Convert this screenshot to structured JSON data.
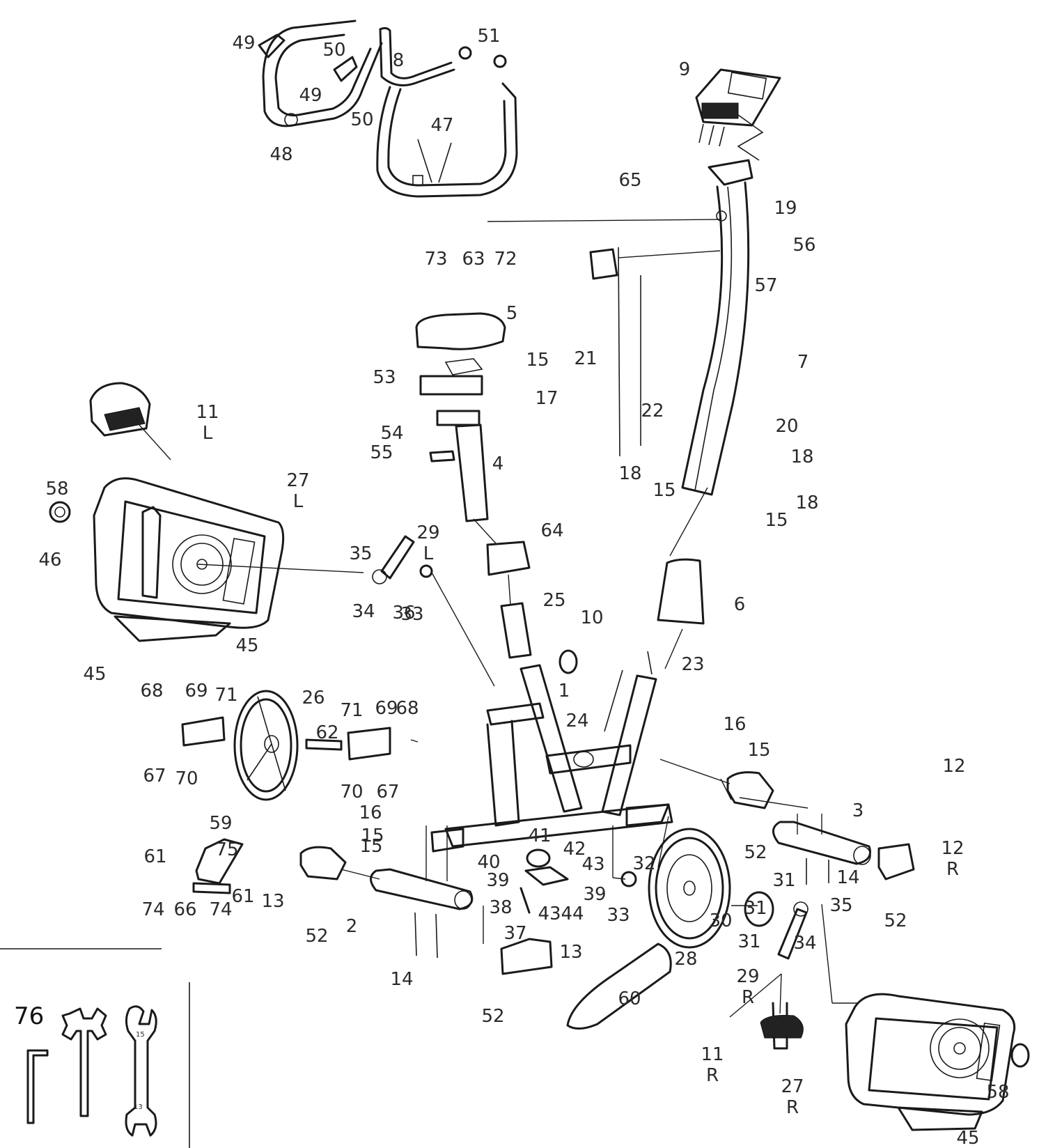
{
  "labels": [
    "1",
    "2",
    "3",
    "4",
    "5",
    "6",
    "7",
    "8",
    "9",
    "10",
    "11\nL",
    "11\nR",
    "12",
    "12\nR",
    "13",
    "13",
    "14",
    "14",
    "15",
    "15",
    "15",
    "15",
    "15",
    "15",
    "16",
    "16",
    "17",
    "18",
    "18",
    "18",
    "19",
    "20",
    "21",
    "22",
    "23",
    "24",
    "25",
    "26",
    "27\nL",
    "27\nR",
    "28",
    "29\nL",
    "29\nR",
    "30",
    "31",
    "31",
    "31",
    "32",
    "33",
    "33",
    "34",
    "34",
    "35",
    "35",
    "36",
    "37",
    "38",
    "39",
    "39",
    "40",
    "41",
    "42",
    "43",
    "43",
    "44",
    "45",
    "45",
    "45",
    "46",
    "47",
    "48",
    "49",
    "49",
    "50",
    "50",
    "51",
    "52",
    "52",
    "52",
    "52",
    "53",
    "54",
    "55",
    "56",
    "57",
    "58",
    "58",
    "59",
    "60",
    "61",
    "61",
    "62",
    "63",
    "64",
    "65",
    "66",
    "67",
    "67",
    "68",
    "68",
    "69",
    "69",
    "70",
    "70",
    "71",
    "71",
    "72",
    "73",
    "74",
    "74",
    "75"
  ],
  "tools_box": {
    "label": "76"
  }
}
